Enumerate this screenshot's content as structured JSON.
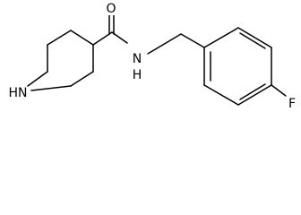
{
  "molecule": {
    "atoms": {
      "nh": "HN",
      "n": "N",
      "h": "H",
      "o": "O",
      "f": "F"
    },
    "bond_color": "#000000",
    "background": "#ffffff"
  }
}
